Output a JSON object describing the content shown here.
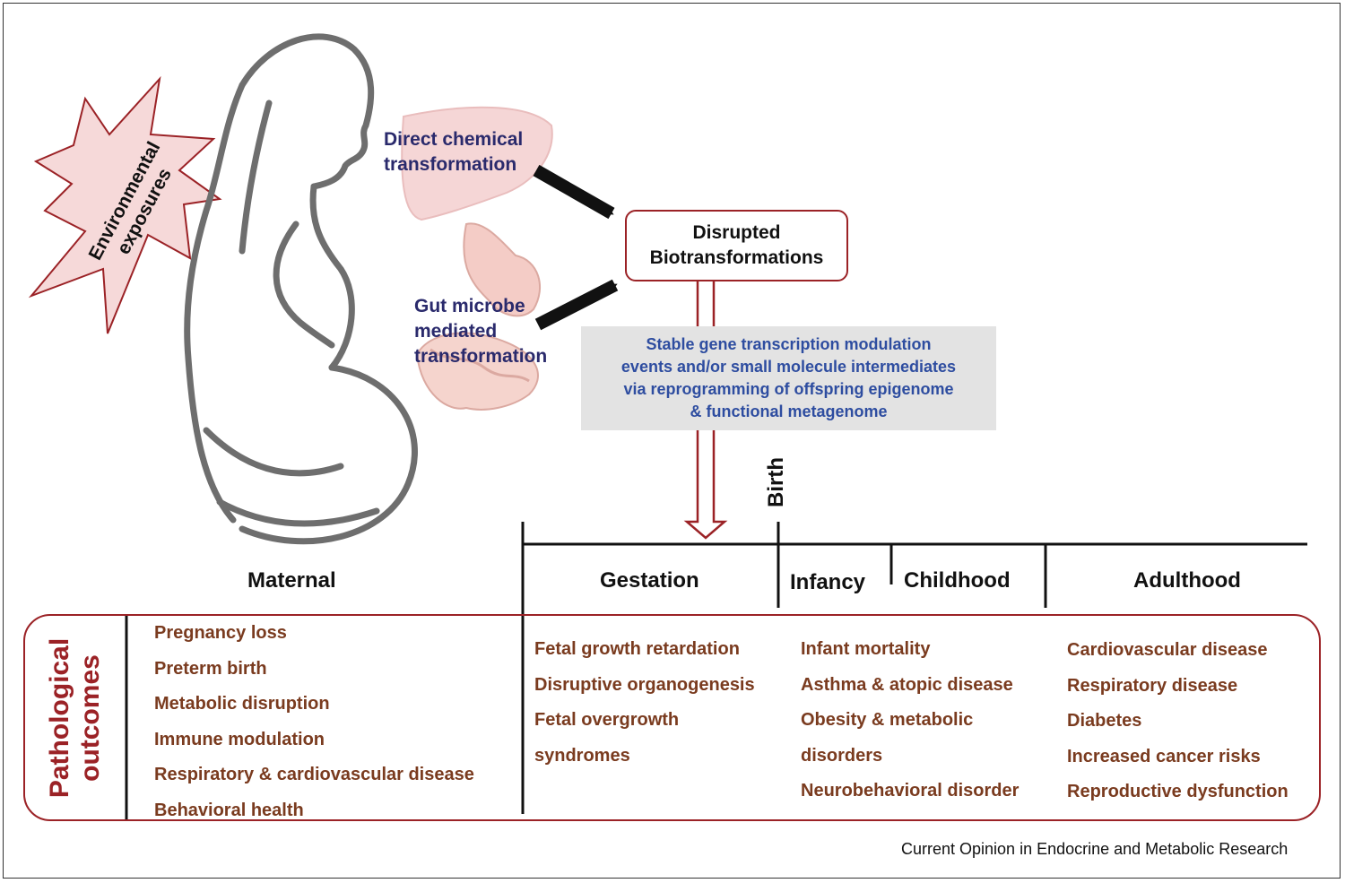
{
  "star_label": [
    "Environmental",
    "exposures"
  ],
  "direct_label": [
    "Direct chemical",
    "transformation"
  ],
  "gut_label": [
    "Gut microbe",
    "mediated",
    "transformation"
  ],
  "disrupted_box": [
    "Disrupted",
    "Biotransformations"
  ],
  "mechanism_box": [
    "Stable gene transcription modulation",
    "events and/or small molecule intermediates",
    "via reprogramming of offspring epigenome",
    "& functional metagenome"
  ],
  "birth_label": "Birth",
  "stages": {
    "maternal": "Maternal",
    "gestation": "Gestation",
    "infancy": "Infancy",
    "childhood": "Childhood",
    "adulthood": "Adulthood"
  },
  "outcomes_label": [
    "Pathological",
    "outcomes"
  ],
  "outcomes": {
    "maternal": [
      "Pregnancy loss",
      "Preterm birth",
      "Metabolic disruption",
      "Immune modulation",
      "Respiratory & cardiovascular disease",
      "Behavioral health"
    ],
    "gestation": [
      "Fetal growth retardation",
      "Disruptive organogenesis",
      "Fetal overgrowth",
      "syndromes"
    ],
    "infancy_childhood": [
      "Infant mortality",
      "Asthma & atopic disease",
      "Obesity & metabolic",
      "disorders",
      "Neurobehavioral disorder"
    ],
    "adulthood": [
      "Cardiovascular disease",
      "Respiratory disease",
      "Diabetes",
      "Increased cancer risks",
      "Reproductive dysfunction"
    ]
  },
  "credit": "Current Opinion in Endocrine and Metabolic Research",
  "colors": {
    "navy_text": "#2a2a6c",
    "blue_text": "#2e4da0",
    "accent_red": "#9b2226",
    "outcome_brown": "#7a3b1f",
    "star_fill": "#f6d9d9",
    "gray_box": "#e3e3e3",
    "outline_gray": "#666666"
  },
  "icons": [
    "starburst-icon",
    "pregnant-woman-silhouette",
    "liver-icon",
    "stomach-intestine-icon"
  ]
}
